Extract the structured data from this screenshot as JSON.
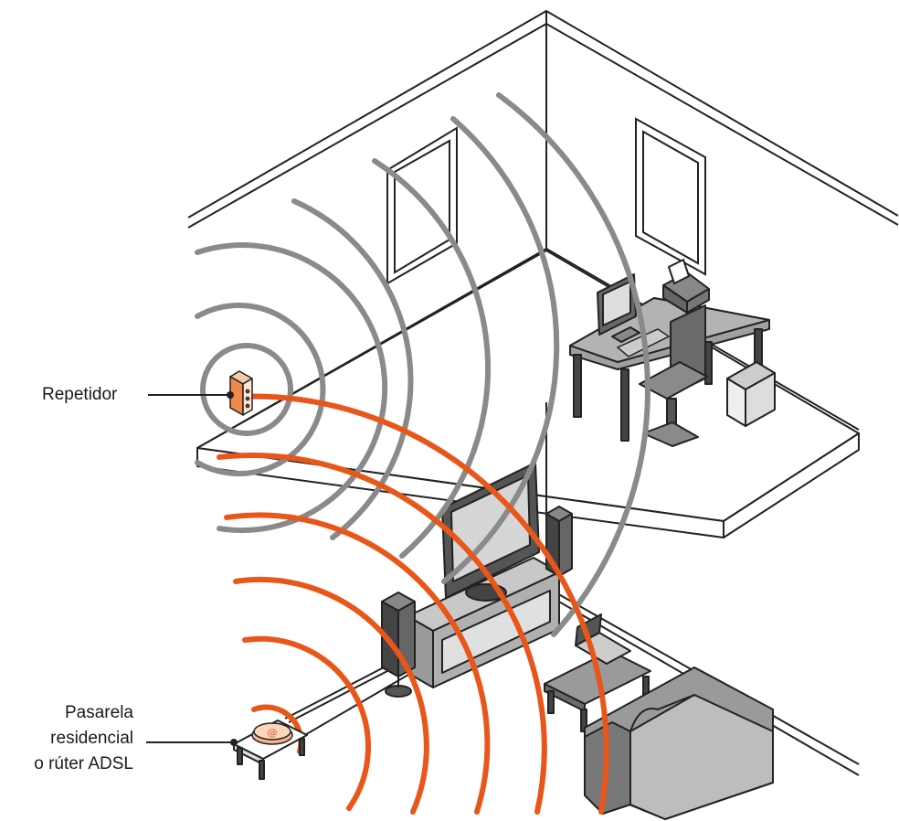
{
  "labels": {
    "repeater": "Repetidor",
    "gateway": [
      "Pasarela",
      "residencial",
      "o rúter ADSL"
    ]
  },
  "colors": {
    "repeater_signal": "#8a8a8a",
    "gateway_signal": "#e8561a",
    "outline": "#222222",
    "device_fill": "#9a9a9a",
    "device_fill_dark": "#5c5c5c",
    "accent_orange": "#f07a3a"
  }
}
